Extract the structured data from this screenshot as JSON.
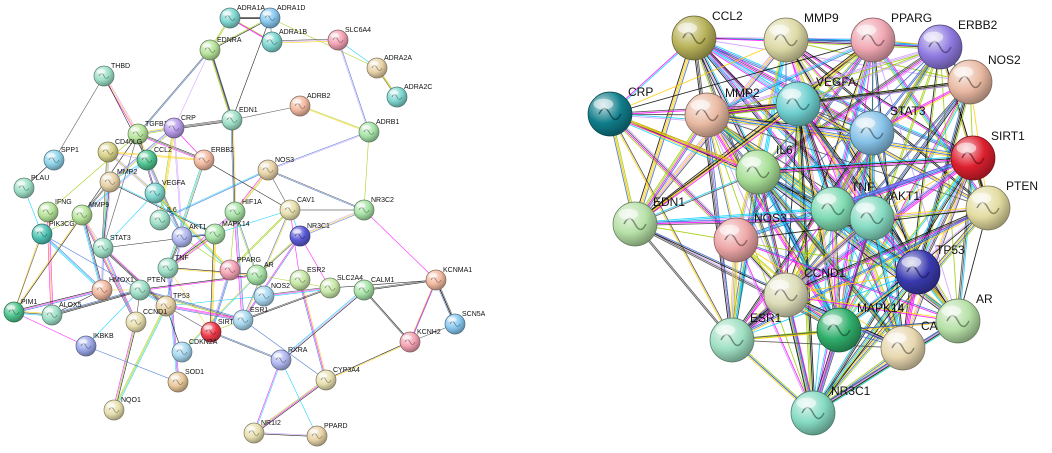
{
  "edge_colors": [
    "#99cc00",
    "#444444",
    "#ff00ff",
    "#00ccff",
    "#3366cc",
    "#ffcc00",
    "#cc99ff",
    "#000000"
  ],
  "networks": [
    {
      "id": "left",
      "nodes": [
        {
          "id": "ADRA1A",
          "label": "ADRA1A",
          "color": "#7fd6d0"
        },
        {
          "id": "ADRA1D",
          "label": "ADRA1D",
          "color": "#88c8f0"
        },
        {
          "id": "ADRA1B",
          "label": "ADRA1B",
          "color": "#7fd6d0"
        },
        {
          "id": "SLC6A4",
          "label": "SLC6A4",
          "color": "#f4a3b4"
        },
        {
          "id": "EDNRA",
          "label": "EDNRA",
          "color": "#b6e39a"
        },
        {
          "id": "ADRA2A",
          "label": "ADRA2A",
          "color": "#e8d3a8"
        },
        {
          "id": "ADRA2C",
          "label": "ADRA2C",
          "color": "#7fd6d0"
        },
        {
          "id": "THBD",
          "label": "THBD",
          "color": "#9fe0c8"
        },
        {
          "id": "ADRB2",
          "label": "ADRB2",
          "color": "#f2b9a0"
        },
        {
          "id": "EDN1",
          "label": "EDN1",
          "color": "#9fe0c8"
        },
        {
          "id": "ADRB1",
          "label": "ADRB1",
          "color": "#a8e3a8"
        },
        {
          "id": "TGFB1",
          "label": "TGFB1",
          "color": "#b6e39a"
        },
        {
          "id": "CRP",
          "label": "CRP",
          "color": "#b79be8"
        },
        {
          "id": "CD40LG",
          "label": "CD40LG",
          "color": "#d9d28a"
        },
        {
          "id": "SPP1",
          "label": "SPP1",
          "color": "#8fd3e8"
        },
        {
          "id": "CCL2",
          "label": "CCL2",
          "color": "#4fc48f"
        },
        {
          "id": "ERBB2",
          "label": "ERBB2",
          "color": "#f2b9a0"
        },
        {
          "id": "NOS3",
          "label": "NOS3",
          "color": "#e8d3a8"
        },
        {
          "id": "MMP2",
          "label": "MMP2",
          "color": "#e8d3a8"
        },
        {
          "id": "PLAU",
          "label": "PLAU",
          "color": "#9fe0c8"
        },
        {
          "id": "IFNG",
          "label": "IFNG",
          "color": "#b6e39a"
        },
        {
          "id": "VEGFA",
          "label": "VEGFA",
          "color": "#7fd6d0"
        },
        {
          "id": "MMP9",
          "label": "MMP9",
          "color": "#b6e39a"
        },
        {
          "id": "HIF1A",
          "label": "HIF1A",
          "color": "#a8e3a8"
        },
        {
          "id": "CAV1",
          "label": "CAV1",
          "color": "#e8e0b0"
        },
        {
          "id": "NR3C2",
          "label": "NR3C2",
          "color": "#a8e3a8"
        },
        {
          "id": "PIK3CG",
          "label": "PIK3CG",
          "color": "#4fc4b4"
        },
        {
          "id": "IL6",
          "label": "IL6",
          "color": "#9fe0c8"
        },
        {
          "id": "AKT1",
          "label": "AKT1",
          "color": "#b0b8f0"
        },
        {
          "id": "MAPK14",
          "label": "MAPK14",
          "color": "#a8e3a8"
        },
        {
          "id": "NR3C1",
          "label": "NR3C1",
          "color": "#5a5ad8"
        },
        {
          "id": "STAT3",
          "label": "STAT3",
          "color": "#9fe0c8"
        },
        {
          "id": "TNF",
          "label": "TNF",
          "color": "#9fe0c8"
        },
        {
          "id": "PPARG",
          "label": "PPARG",
          "color": "#f4a3b4"
        },
        {
          "id": "AR",
          "label": "AR",
          "color": "#a8e3a8"
        },
        {
          "id": "ESR2",
          "label": "ESR2",
          "color": "#c8e8a8"
        },
        {
          "id": "SLC2A4",
          "label": "SLC2A4",
          "color": "#c8e8a8"
        },
        {
          "id": "CALM1",
          "label": "CALM1",
          "color": "#a8e3a8"
        },
        {
          "id": "KCNMA1",
          "label": "KCNMA1",
          "color": "#f2b9a0"
        },
        {
          "id": "HMOX1",
          "label": "HMOX1",
          "color": "#f2b9a0"
        },
        {
          "id": "PTEN",
          "label": "PTEN",
          "color": "#9fe0c8"
        },
        {
          "id": "NOS2",
          "label": "NOS2",
          "color": "#a8d8f0"
        },
        {
          "id": "PIM1",
          "label": "PIM1",
          "color": "#4fc48f"
        },
        {
          "id": "ALOX5",
          "label": "ALOX5",
          "color": "#9fe0c8"
        },
        {
          "id": "TP53",
          "label": "TP53",
          "color": "#e8d3a8"
        },
        {
          "id": "CCND1",
          "label": "CCND1",
          "color": "#e8e0b0"
        },
        {
          "id": "SIRT1",
          "label": "SIRT1",
          "color": "#ee3a4a"
        },
        {
          "id": "ESR1",
          "label": "ESR1",
          "color": "#a8d8f0"
        },
        {
          "id": "IKBKB",
          "label": "IKBKB",
          "color": "#9aa8e8"
        },
        {
          "id": "CDKN2A",
          "label": "CDKN2A",
          "color": "#a8d8f0"
        },
        {
          "id": "KCNH2",
          "label": "KCNH2",
          "color": "#f4a3b4"
        },
        {
          "id": "SCN5A",
          "label": "SCN5A",
          "color": "#88c8f0"
        },
        {
          "id": "RXRA",
          "label": "RXRA",
          "color": "#b0b8f0"
        },
        {
          "id": "SOD1",
          "label": "SOD1",
          "color": "#e8c89a"
        },
        {
          "id": "CYP3A4",
          "label": "CYP3A4",
          "color": "#e8e0b0"
        },
        {
          "id": "NQO1",
          "label": "NQO1",
          "color": "#e8e0b0"
        },
        {
          "id": "NR1I2",
          "label": "NR1I2",
          "color": "#e8e0b0"
        },
        {
          "id": "PPARD",
          "label": "PPARD",
          "color": "#e8d3a8"
        }
      ]
    },
    {
      "id": "right",
      "nodes": [
        {
          "id": "CCL2",
          "label": "CCL2",
          "color": "#b9b35a"
        },
        {
          "id": "MMP9",
          "label": "MMP9",
          "color": "#ddd9a6"
        },
        {
          "id": "PPARG",
          "label": "PPARG",
          "color": "#f0a7b2"
        },
        {
          "id": "ERBB2",
          "label": "ERBB2",
          "color": "#8f7ae0"
        },
        {
          "id": "NOS2",
          "label": "NOS2",
          "color": "#e9b9a2"
        },
        {
          "id": "CRP",
          "label": "CRP",
          "color": "#0f7d8a"
        },
        {
          "id": "MMP2",
          "label": "MMP2",
          "color": "#e9b9a2"
        },
        {
          "id": "VEGFA",
          "label": "VEGFA",
          "color": "#6fcfcf"
        },
        {
          "id": "STAT3",
          "label": "STAT3",
          "color": "#86c2e8"
        },
        {
          "id": "SIRT1",
          "label": "SIRT1",
          "color": "#dd1f2e"
        },
        {
          "id": "IL6",
          "label": "IL6",
          "color": "#a8df97"
        },
        {
          "id": "PTEN",
          "label": "PTEN",
          "color": "#e3dca1"
        },
        {
          "id": "EDN1",
          "label": "EDN1",
          "color": "#b6e0a6"
        },
        {
          "id": "TNF",
          "label": "TNF",
          "color": "#7fdbb2"
        },
        {
          "id": "AKT1",
          "label": "AKT1",
          "color": "#86dbc2"
        },
        {
          "id": "NOS3",
          "label": "NOS3",
          "color": "#eda6a6"
        },
        {
          "id": "TP53",
          "label": "TP53",
          "color": "#3a3ab0"
        },
        {
          "id": "CCND1",
          "label": "CCND1",
          "color": "#dcdcb8"
        },
        {
          "id": "ESR1",
          "label": "ESR1",
          "color": "#9fe0c2"
        },
        {
          "id": "MAPK14",
          "label": "MAPK14",
          "color": "#2fae6a"
        },
        {
          "id": "CAV1",
          "label": "CAV1",
          "color": "#e8d8b0"
        },
        {
          "id": "AR",
          "label": "AR",
          "color": "#b6e0a6"
        },
        {
          "id": "NR3C1",
          "label": "NR3C1",
          "color": "#86dbc2"
        }
      ]
    }
  ]
}
